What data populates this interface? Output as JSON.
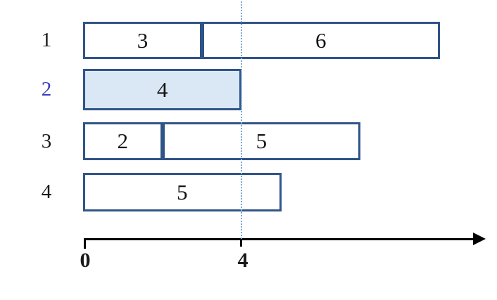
{
  "chart_data": {
    "type": "bar",
    "orientation": "horizontal",
    "title": "",
    "xlabel": "",
    "ylabel": "",
    "rows": [
      {
        "label": "1",
        "segments": [
          3,
          6
        ],
        "highlighted": false
      },
      {
        "label": "2",
        "segments": [
          4
        ],
        "highlighted": true
      },
      {
        "label": "3",
        "segments": [
          2,
          5
        ],
        "highlighted": false
      },
      {
        "label": "4",
        "segments": [
          5
        ],
        "highlighted": false
      }
    ],
    "x_axis": {
      "tick_values": [
        0,
        4
      ],
      "tick_labels": [
        "0",
        "4"
      ],
      "range": [
        0,
        10
      ],
      "arrow": true
    },
    "reference_line": {
      "x": 4,
      "style": "dotted"
    },
    "grid": false,
    "legend": false
  },
  "colors": {
    "bar-border": "#2f5488",
    "bar-fill": "#ffffff",
    "highlight-fill": "#d9e8f4",
    "highlight-label": "#3a3ac2",
    "reference-line": "#7ba6d9",
    "axis": "#000000",
    "text": "#1a1a1a"
  }
}
